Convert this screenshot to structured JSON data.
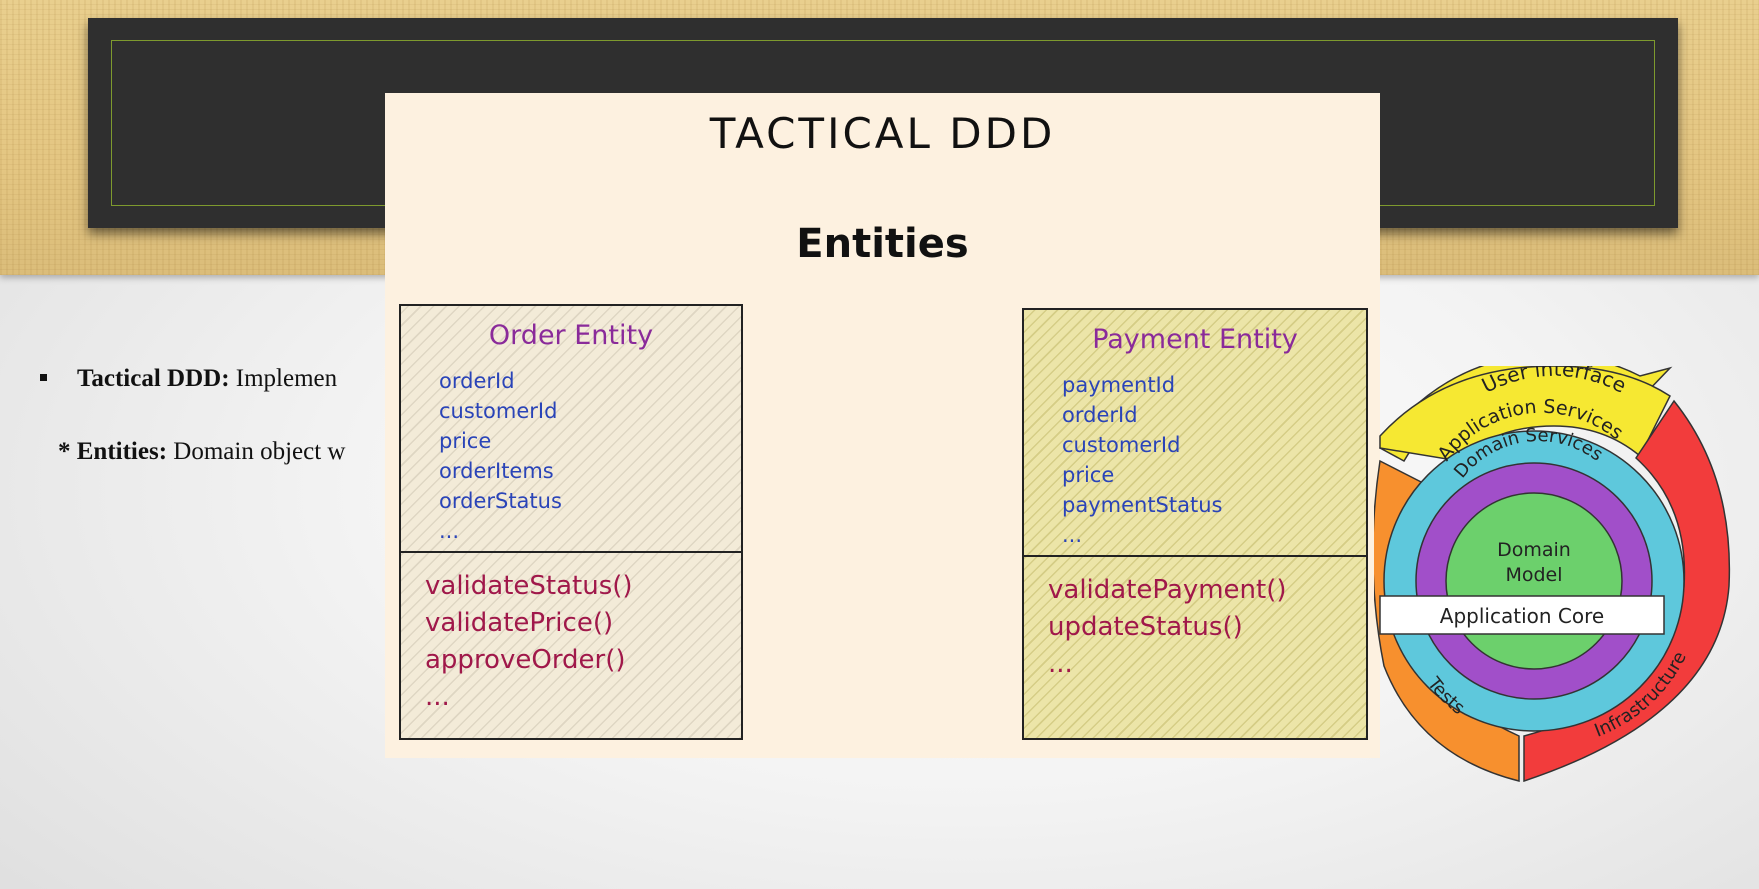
{
  "bullets": {
    "tactical_label": "Tactical DDD:",
    "tactical_text": " Implemen",
    "entities_label": "* Entities:",
    "entities_text": " Domain object w"
  },
  "overlay": {
    "title": "TACTICAL DDD",
    "subtitle": "Entities",
    "order_entity": {
      "name": "Order Entity",
      "attributes": [
        "orderId",
        "customerId",
        "price",
        "orderItems",
        "orderStatus",
        "..."
      ],
      "methods": [
        "validateStatus()",
        "validatePrice()",
        "approveOrder()",
        "..."
      ]
    },
    "payment_entity": {
      "name": "Payment Entity",
      "attributes": [
        "paymentId",
        "orderId",
        "customerId",
        "price",
        "paymentStatus",
        "..."
      ],
      "methods": [
        "validatePayment()",
        "updateStatus()",
        "..."
      ]
    }
  },
  "onion": {
    "user_interface": "User interface",
    "application_services": "Application Services",
    "domain_services": "Domain Services",
    "domain_model_line1": "Domain",
    "domain_model_line2": "Model",
    "application_core": "Application Core",
    "tests": "Tests",
    "infrastructure": "Infrastructure",
    "colors": {
      "user_interface": "#f6e832",
      "tests": "#f7902e",
      "infrastructure": "#f23c3c",
      "application_services": "#5ec8dc",
      "domain_services": "#a14fc9",
      "domain_model": "#6cd06c"
    }
  }
}
